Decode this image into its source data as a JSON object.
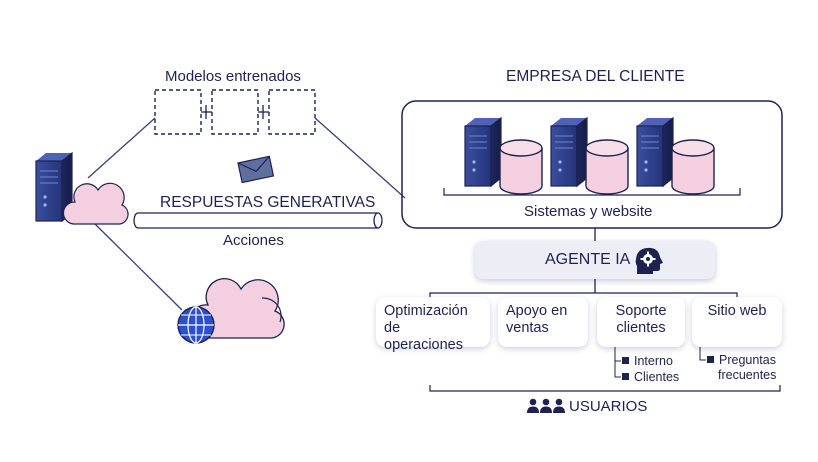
{
  "left": {
    "models_label": "Modelos entrenados",
    "generative_label": "RESPUESTAS GENERATIVAS",
    "actions_label": "Acciones",
    "icons": [
      "server-icon",
      "cloud-icon",
      "envelope-icon",
      "globe-icon",
      "cloud-icon",
      "pipe-icon"
    ]
  },
  "client": {
    "title": "EMPRESA DEL CLIENTE",
    "systems_label": "Sistemas y website",
    "icons": [
      "server-icon",
      "database-icon"
    ]
  },
  "agent": {
    "label": "AGENTE IA",
    "icon": "ai-head-icon"
  },
  "services": [
    {
      "line1": "Optimización",
      "line2": "de operaciones"
    },
    {
      "line1": "Apoyo en",
      "line2": "ventas"
    },
    {
      "line1": "Soporte",
      "line2": "clientes",
      "subs": [
        "Interno",
        "Clientes"
      ]
    },
    {
      "line1": "Sitio web",
      "line2": "",
      "subs": [
        "Preguntas",
        "frecuentes"
      ]
    }
  ],
  "users": {
    "label": "USUARIOS",
    "icon": "users-icon"
  },
  "colors": {
    "navy": "#1f2150",
    "server_blue": "#2d3f8f",
    "pink": "#f3cfdf",
    "card_gray": "#edeef5",
    "line": "#3a3f74"
  }
}
